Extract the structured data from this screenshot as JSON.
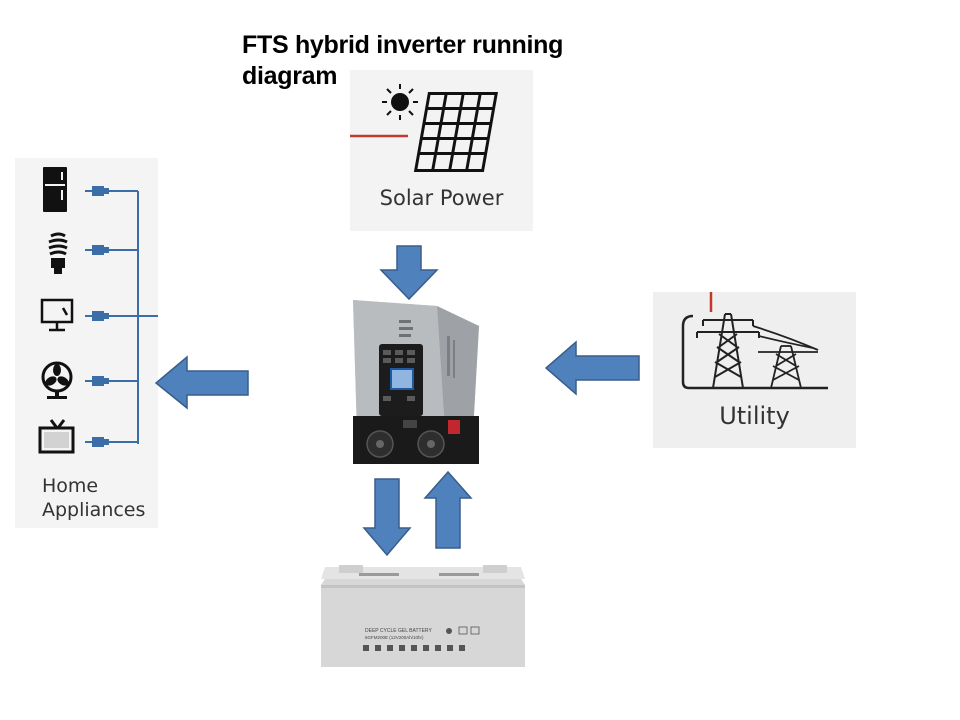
{
  "title": "FTS hybrid inverter running diagram",
  "nodes": {
    "solar": {
      "label": "Solar Power"
    },
    "utility": {
      "label": "Utility"
    },
    "home": {
      "label_line1": "Home",
      "label_line2": "Appliances"
    },
    "inverter": {},
    "battery": {
      "label_line1": "DEEP CYCLE GEL BATTERY",
      "label_line2": "6GFM200E (12V200Ah/10hr)"
    }
  },
  "appliances": [
    "refrigerator-icon",
    "lightbulb-icon",
    "monitor-icon",
    "fan-icon",
    "tv-icon"
  ],
  "colors": {
    "arrow_fill": "#4f81bd",
    "arrow_stroke": "#385d8a",
    "wire": "#3b6ea8",
    "red_line": "#c0392b"
  }
}
